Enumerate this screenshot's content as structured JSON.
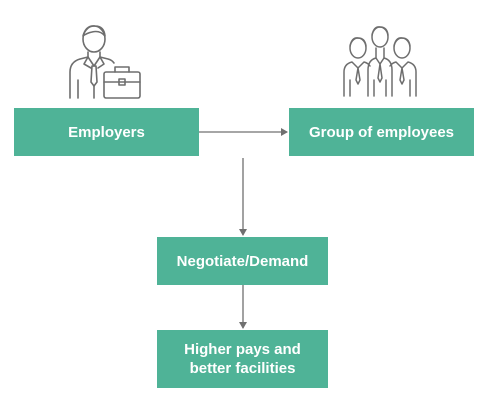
{
  "diagram": {
    "nodes": {
      "employers": "Employers",
      "group_of_employees": "Group of employees",
      "negotiate_demand": "Negotiate/Demand",
      "higher_pays": "Higher pays and better facilities"
    },
    "icons": {
      "employer": "businessman-with-briefcase-icon",
      "employees": "group-of-people-icon"
    },
    "colors": {
      "box_fill": "#4fb397",
      "box_text": "#ffffff",
      "line": "#707070",
      "icon_stroke": "#6e6e6e"
    }
  }
}
